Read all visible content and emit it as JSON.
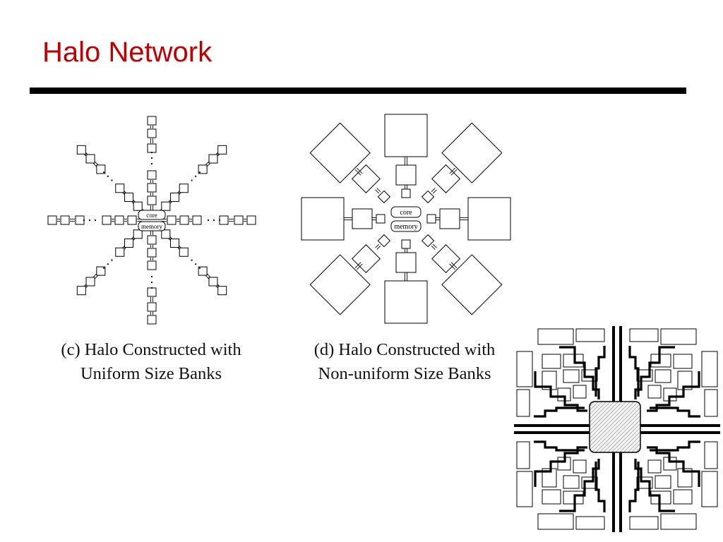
{
  "slide": {
    "title": "Halo Network"
  },
  "figures": {
    "uniform": {
      "core_label": "core",
      "memory_label": "memory",
      "caption_line1": "(c) Halo Constructed with",
      "caption_line2": "Uniform Size Banks"
    },
    "nonuniform": {
      "core_label": "core",
      "memory_label": "memory",
      "caption_line1": "(d) Halo Constructed with",
      "caption_line2": "Non-uniform Size Banks"
    }
  }
}
